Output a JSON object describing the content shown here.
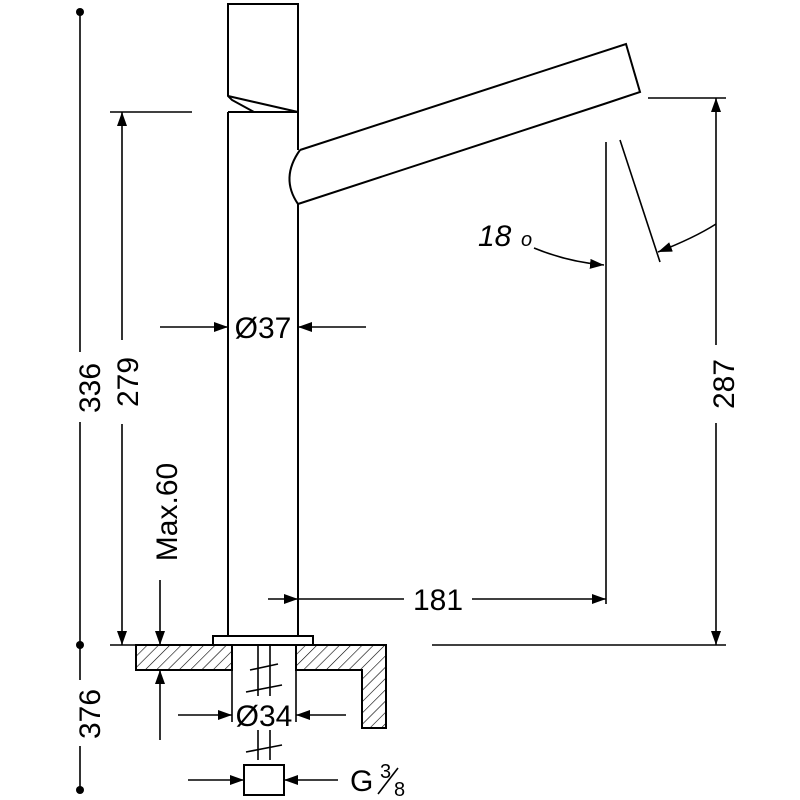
{
  "dimensions": {
    "total_height": "336",
    "spout_height_left": "279",
    "spout_height_right": "287",
    "max_deck": "Max.60",
    "below_deck": "376",
    "body_diameter": "Ø37",
    "hole_diameter": "Ø34",
    "reach": "181",
    "angle": "18",
    "angle_unit": "o",
    "thread": "G",
    "thread_num": "3",
    "thread_den": "8"
  }
}
